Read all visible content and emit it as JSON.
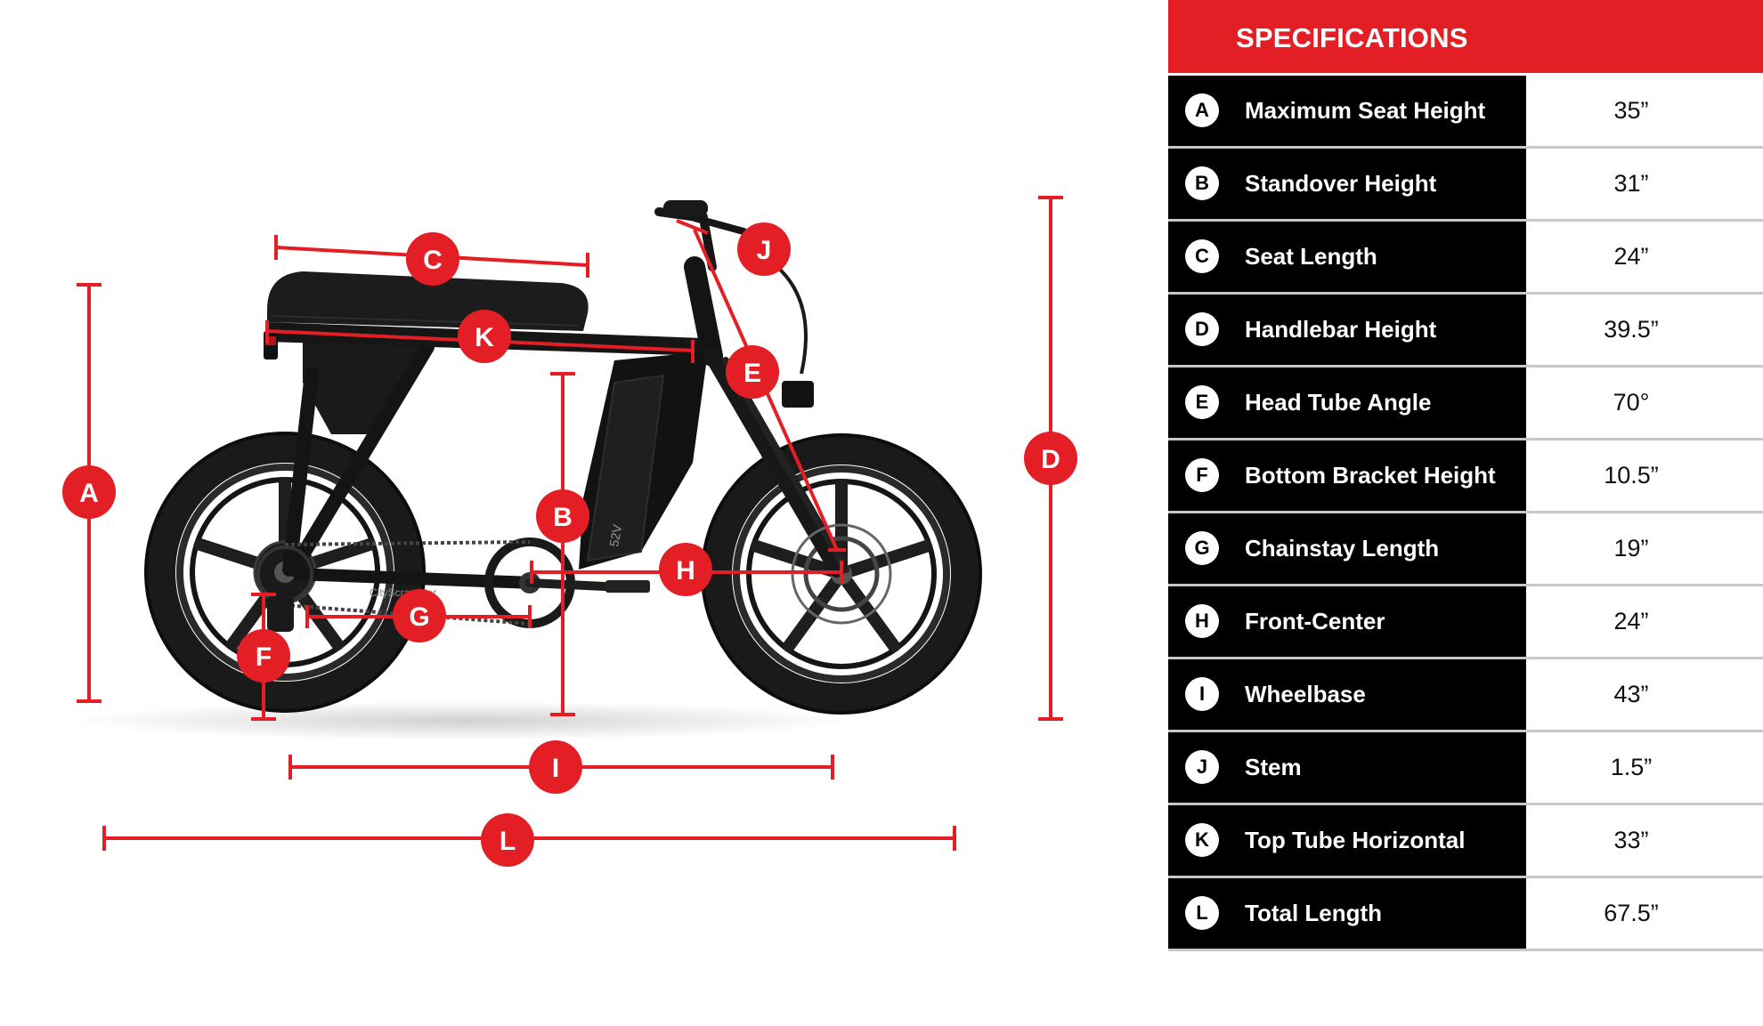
{
  "specs": {
    "title": "SPECIFICATIONS",
    "rows": [
      {
        "letter": "A",
        "label": "Maximum Seat Height",
        "value": "35”"
      },
      {
        "letter": "B",
        "label": "Standover Height",
        "value": "31”"
      },
      {
        "letter": "C",
        "label": "Seat Length",
        "value": "24”"
      },
      {
        "letter": "D",
        "label": "Handlebar Height",
        "value": "39.5”"
      },
      {
        "letter": "E",
        "label": "Head Tube Angle",
        "value": "70°"
      },
      {
        "letter": "F",
        "label": "Bottom Bracket Height",
        "value": "10.5”"
      },
      {
        "letter": "G",
        "label": "Chainstay Length",
        "value": "19”"
      },
      {
        "letter": "H",
        "label": "Front-Center",
        "value": "24”"
      },
      {
        "letter": "I",
        "label": "Wheelbase",
        "value": "43”"
      },
      {
        "letter": "J",
        "label": "Stem",
        "value": "1.5”"
      },
      {
        "letter": "K",
        "label": "Top Tube Horizontal",
        "value": "33”"
      },
      {
        "letter": "L",
        "label": "Total Length",
        "value": "67.5”"
      }
    ]
  },
  "diagram": {
    "battery_label": "52V",
    "chainstay_brand": "CityScrambler",
    "markers": {
      "A": "A",
      "B": "B",
      "C": "C",
      "D": "D",
      "E": "E",
      "F": "F",
      "G": "G",
      "H": "H",
      "I": "I",
      "J": "J",
      "K": "K",
      "L": "L"
    }
  },
  "colors": {
    "accent": "#e31e24",
    "table_dark": "#000000",
    "bike": "#111111"
  }
}
